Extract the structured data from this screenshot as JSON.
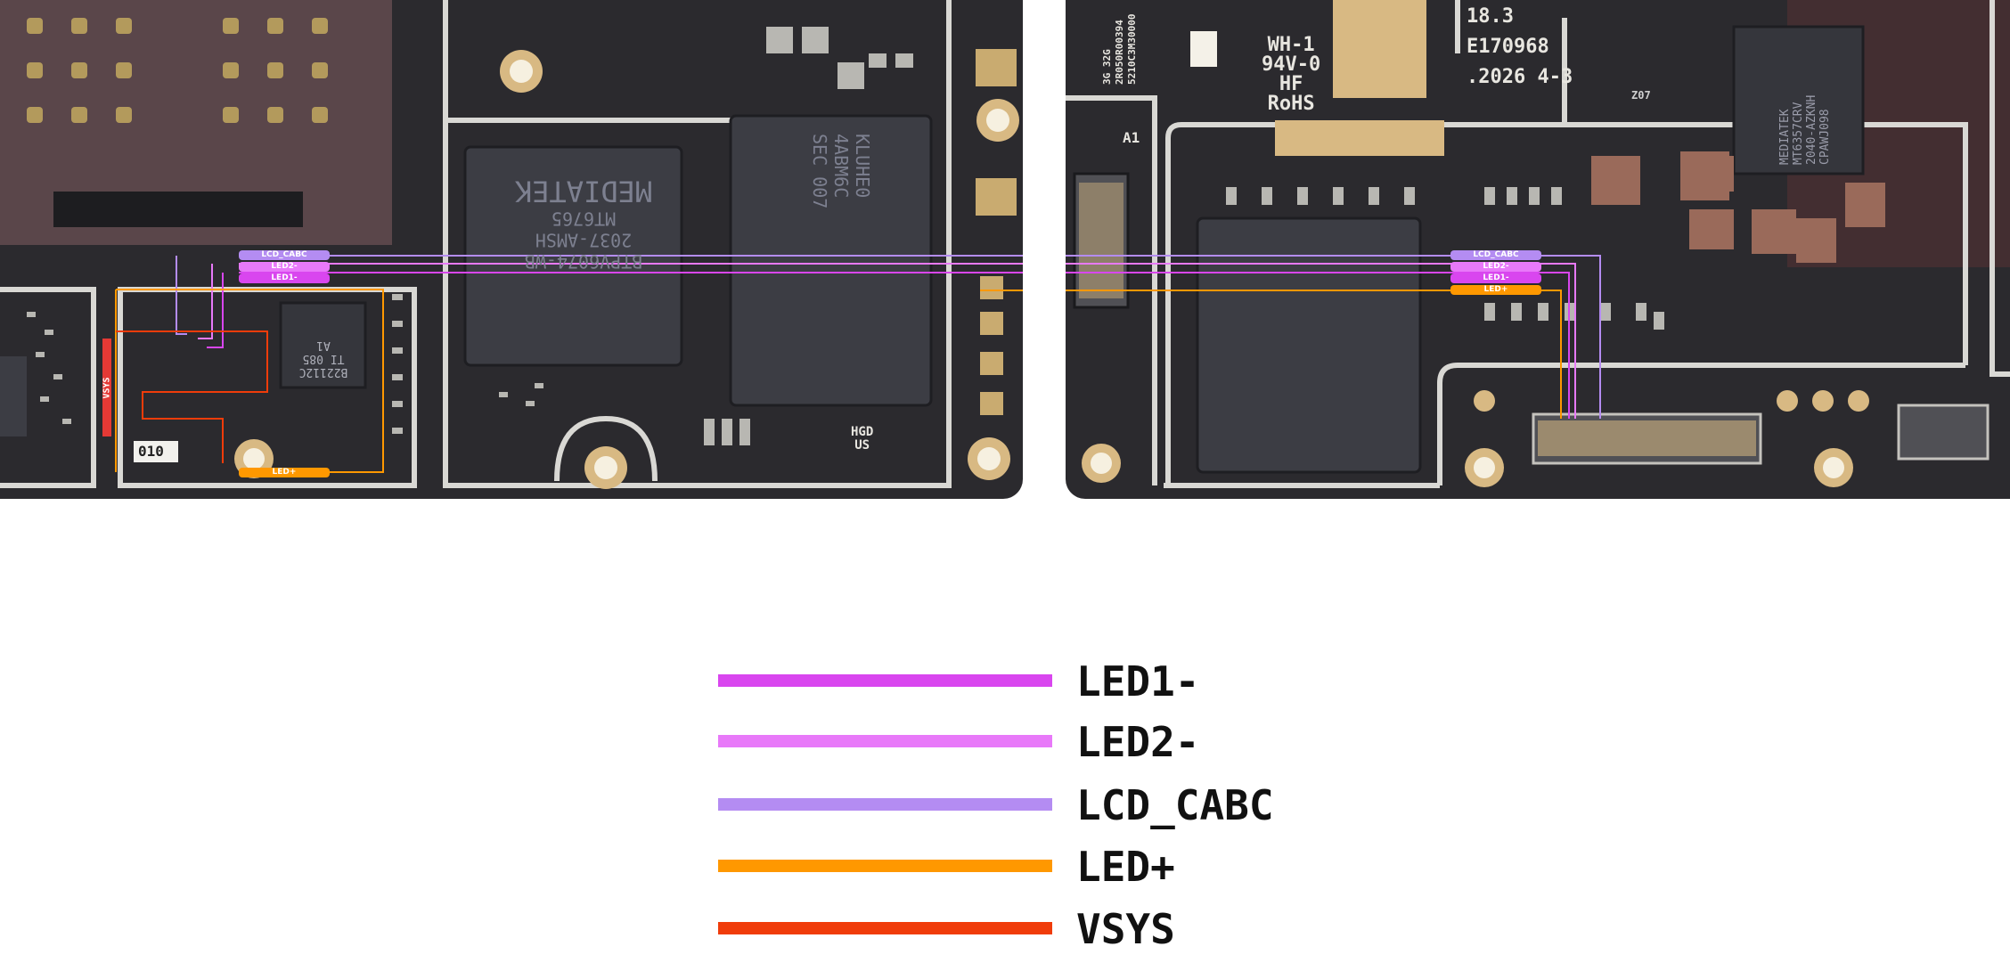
{
  "colors": {
    "board": "#2b2a2e",
    "trace_outline": "#d9d8d4",
    "chip": "#3c3d44",
    "gold_pad": "#d8b983",
    "silkscreen": "#e8e6e0"
  },
  "left_board": {
    "soc_marking": [
      "MEDIATEK",
      "MT6765",
      "2037-AMSH",
      "BTPV6074-WB"
    ],
    "mem_marking": [
      "KLUHE0",
      "4ABM6C",
      "SEC 007"
    ],
    "pmic_marking": [
      "B22112C",
      "TI 085",
      "A1"
    ],
    "silk_010": "010",
    "silk_hgd": [
      "HGD",
      "US"
    ]
  },
  "right_board": {
    "silk_top": [
      "WH-1",
      "94V-0",
      "HF",
      "RoHS"
    ],
    "silk_cert": [
      "18.3",
      "E170968",
      ".2026 4-3"
    ],
    "silk_serial": [
      "3G 32G",
      "2R050R00394",
      "5210C3M30000"
    ],
    "mtk_marking": [
      "MEDIATEK",
      "MT6357CRV",
      "2040-AZKNH",
      "CPAWJ098"
    ],
    "silk_a1": "A1",
    "silk_207": "Z07"
  },
  "wire_labels_left": [
    "LCD_CABC",
    "LED2-",
    "LED1-"
  ],
  "wire_labels_left_bottom": "LED+",
  "wire_labels_right": [
    "LCD_CABC",
    "LED2-",
    "LED1-",
    "LED+"
  ],
  "vsys_label": "VSYS",
  "legend": [
    {
      "label": "LED1-",
      "color": "#d946ef"
    },
    {
      "label": "LED2-",
      "color": "#e879f9"
    },
    {
      "label": "LCD_CABC",
      "color": "#b48cf2"
    },
    {
      "label": "LED+",
      "color": "#ff9800"
    },
    {
      "label": "VSYS",
      "color": "#f03c0a"
    }
  ]
}
